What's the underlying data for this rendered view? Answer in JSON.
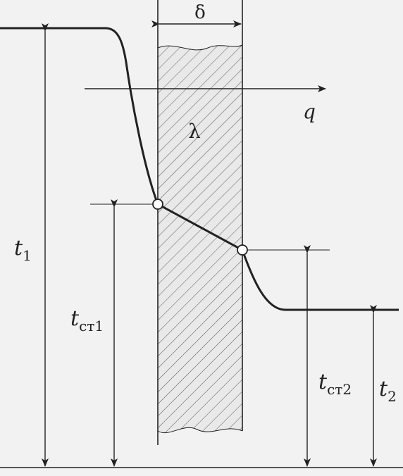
{
  "diagram": {
    "labels": {
      "delta": "δ",
      "lambda": "λ",
      "q": "q",
      "t1_main": "t",
      "t1_sub": "1",
      "tst1_main": "t",
      "tst1_sub": "ст1",
      "tst2_main": "t",
      "tst2_sub": "ст2",
      "t2_main": "t",
      "t2_sub": "2"
    },
    "colors": {
      "background": "#f2f2f2",
      "line": "#222222",
      "wall_fill": "#e6e6e6",
      "hatch": "#555555",
      "point_fill": "#ffffff"
    }
  }
}
